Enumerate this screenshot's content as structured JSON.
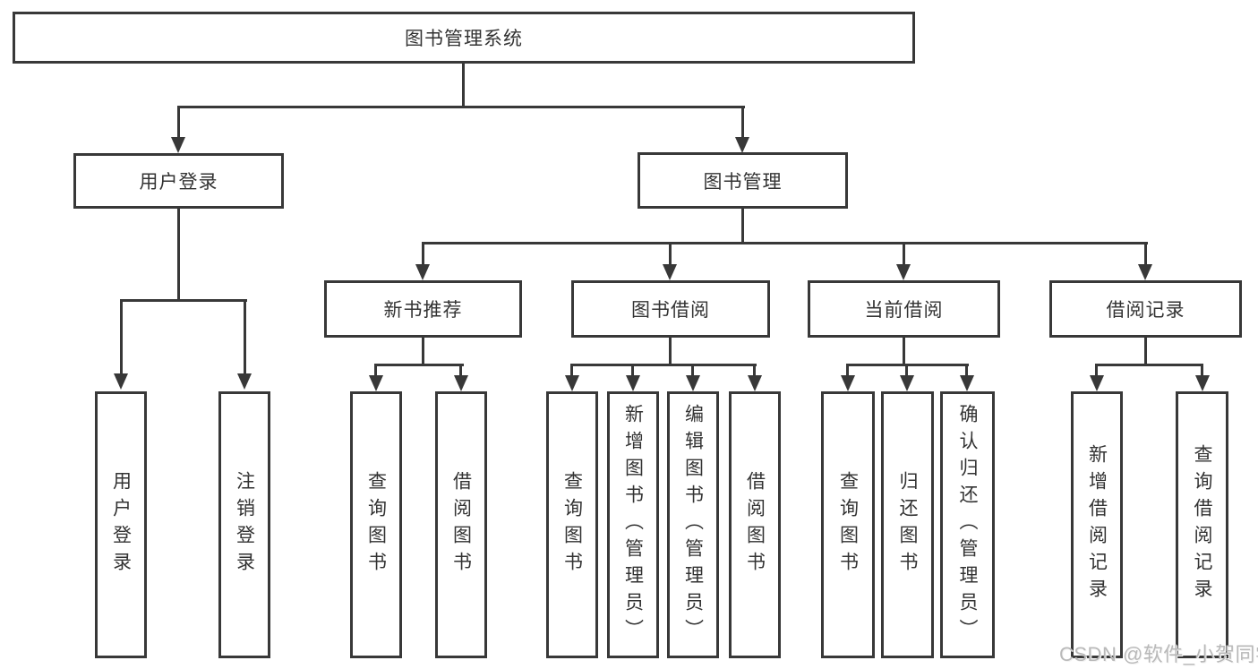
{
  "diagram": {
    "root": {
      "label": "图书管理系统"
    },
    "level2": [
      {
        "label": "用户登录"
      },
      {
        "label": "图书管理"
      }
    ],
    "level3": [
      {
        "label": "新书推荐"
      },
      {
        "label": "图书借阅"
      },
      {
        "label": "当前借阅"
      },
      {
        "label": "借阅记录"
      }
    ],
    "leaves": {
      "user_login": [
        "用户登录",
        "注销登录"
      ],
      "new_book_recommend": [
        "查询图书",
        "借阅图书"
      ],
      "book_borrow": [
        "查询图书",
        "新增图书（管理员）",
        "编辑图书（管理员）",
        "借阅图书"
      ],
      "current_borrow": [
        "查询图书",
        "归还图书",
        "确认归还（管理员）"
      ],
      "borrow_record": [
        "新增借阅记录",
        "查询借阅记录"
      ]
    },
    "colors": {
      "line": "#383838",
      "text": "#333333",
      "background": "#ffffff",
      "watermark": "#b9b9b9"
    },
    "watermark": {
      "text": "CSDN @软件_小贺同学"
    }
  }
}
